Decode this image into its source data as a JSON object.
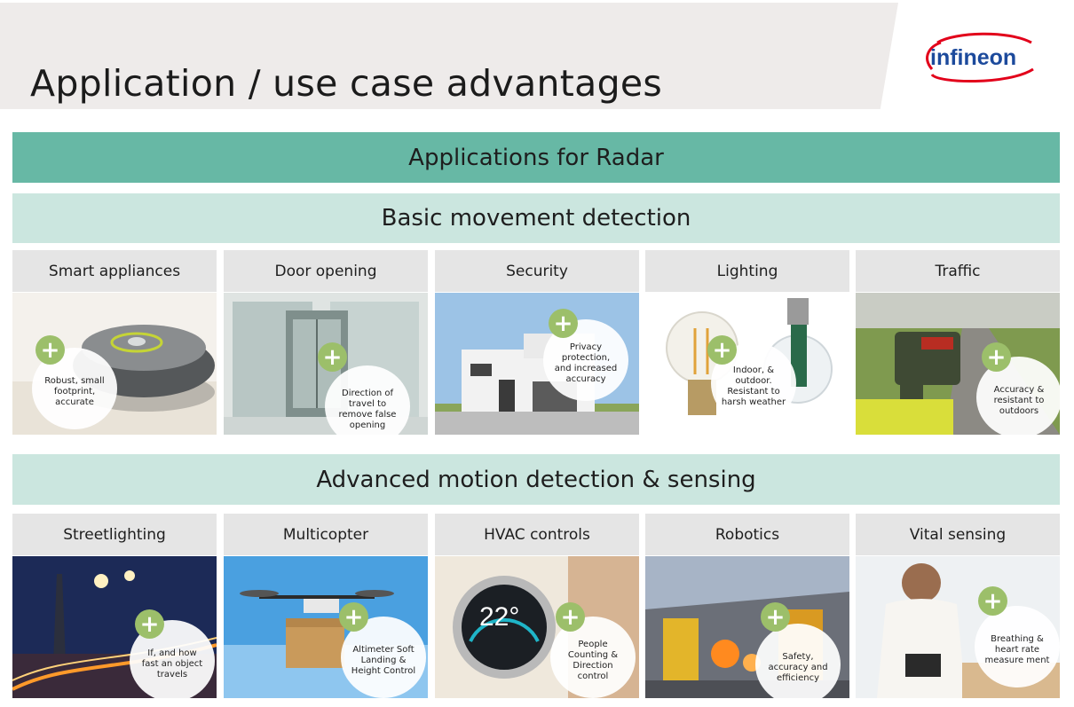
{
  "slide": {
    "title": "Application / use case advantages",
    "logo_text": "infineon",
    "colors": {
      "main_bar": "#67b8a5",
      "sub_bar": "#cbe6df",
      "plus": "#9cbf6a",
      "card_header": "#e5e5e5",
      "logo_blue": "#1c4a9c",
      "logo_red": "#e2001a"
    }
  },
  "main_bar": "Applications for Radar",
  "basic": {
    "heading": "Basic movement detection",
    "cards": [
      {
        "title": "Smart appliances",
        "note": "Robust, small footprint, accurate",
        "photo": "robot-vacuum"
      },
      {
        "title": "Door opening",
        "note": "Direction of travel to remove false opening",
        "photo": "glass-elevator"
      },
      {
        "title": "Security",
        "note": "Privacy protection, and increased accuracy",
        "photo": "modern-house"
      },
      {
        "title": "Lighting",
        "note": "Indoor, & outdoor. Resistant to harsh weather",
        "photo": "light-bulbs"
      },
      {
        "title": "Traffic",
        "note": "Accuracy & resistant to outdoors",
        "photo": "speed-radar-gun"
      }
    ]
  },
  "advanced": {
    "heading": "Advanced motion detection & sensing",
    "cards": [
      {
        "title": "Streetlighting",
        "note": "If, and how fast an object travels",
        "photo": "night-street"
      },
      {
        "title": "Multicopter",
        "note": "Altimeter Soft Landing & Height Control",
        "photo": "drone-package"
      },
      {
        "title": "HVAC controls",
        "note": "People Counting & Direction control",
        "photo": "thermostat",
        "display": "22°"
      },
      {
        "title": "Robotics",
        "note": "Safety, accuracy and efficiency",
        "photo": "factory-robots"
      },
      {
        "title": "Vital sensing",
        "note": "Breathing & heart rate measure ment",
        "photo": "blood-pressure"
      }
    ]
  }
}
